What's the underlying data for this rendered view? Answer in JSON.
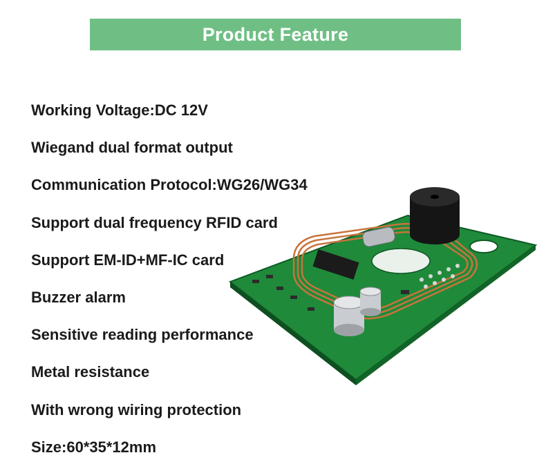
{
  "header": {
    "title": "Product Feature"
  },
  "features": [
    "Working Voltage:DC 12V",
    "Wiegand dual format output",
    "Communication Protocol:WG26/WG34",
    "Support dual frequency RFID card",
    "Support EM-ID+MF-IC card",
    "Buzzer alarm",
    "Sensitive reading performance",
    "Metal resistance",
    "With wrong wiring protection",
    "Size:60*35*12mm"
  ],
  "colors": {
    "banner": "#6fbf85",
    "pcb": "#1f8a3a",
    "coil": "#c8743c"
  },
  "product_image": {
    "subject": "RFID reader PCB module with buzzer, coil antenna and capacitors"
  }
}
